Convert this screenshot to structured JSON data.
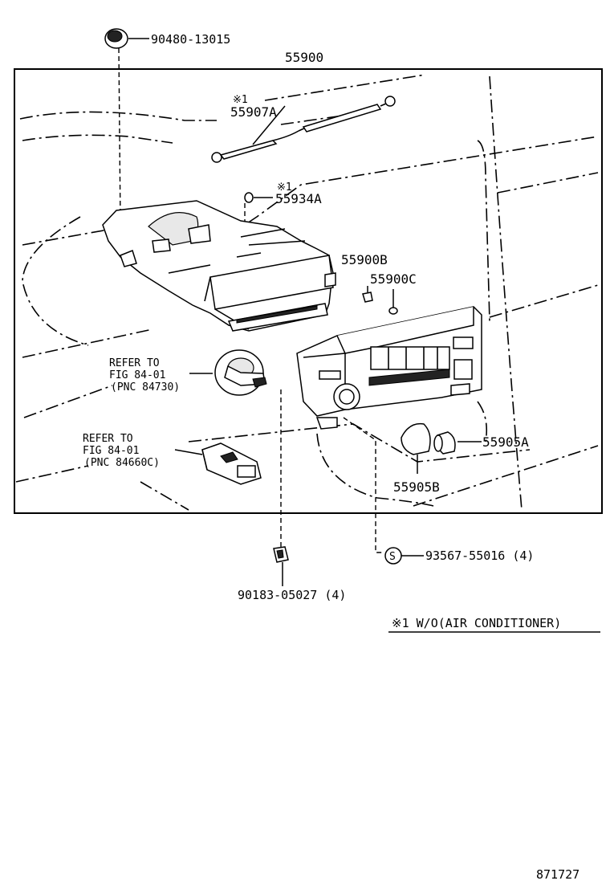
{
  "parts": {
    "p90480": "90480-13015",
    "p55900": "55900",
    "p55907a_note": "※1",
    "p55907a": "55907A",
    "p55934a_note": "※1",
    "p55934a": "55934A",
    "p55900b": "55900B",
    "p55900c": "55900C",
    "p55905a": "55905A",
    "p55905b": "55905B",
    "p93567": "93567-55016 (4)",
    "p90183": "90183-05027 (4)"
  },
  "refs": {
    "ref1": {
      "line1": "REFER TO",
      "line2": "FIG 84-01",
      "line3": "(PNC 84730)"
    },
    "ref2": {
      "line1": "REFER TO",
      "line2": "FIG 84-01",
      "line3": "(PNC 84660C)"
    }
  },
  "symbols": {
    "screw_mark": "S"
  },
  "footnote": "※1 W/O(AIR CONDITIONER)",
  "diagram_number": "871727"
}
